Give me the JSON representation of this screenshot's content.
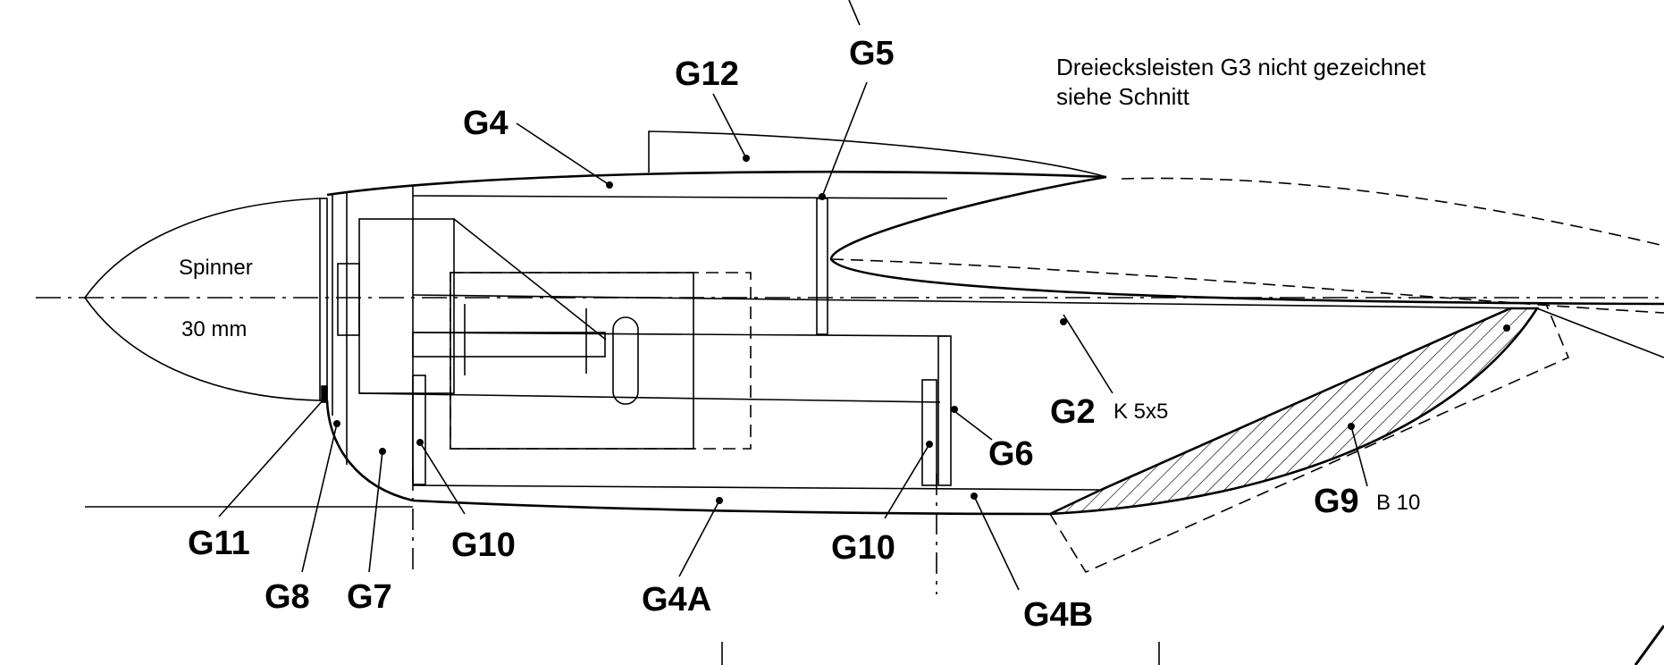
{
  "note": {
    "line1": "Dreiecksleisten G3 nicht gezeichnet",
    "line2": "siehe Schnitt"
  },
  "spinner": {
    "label": "Spinner",
    "size": "30 mm"
  },
  "parts": {
    "g2": "G2",
    "g2_spec": "K 5x5",
    "g4": "G4",
    "g4a": "G4A",
    "g4b": "G4B",
    "g5": "G5",
    "g6": "G6",
    "g7": "G7",
    "g8": "G8",
    "g9": "G9",
    "g9_spec": "B 10",
    "g10_left": "G10",
    "g10_right": "G10",
    "g11": "G11",
    "g12": "G12"
  }
}
